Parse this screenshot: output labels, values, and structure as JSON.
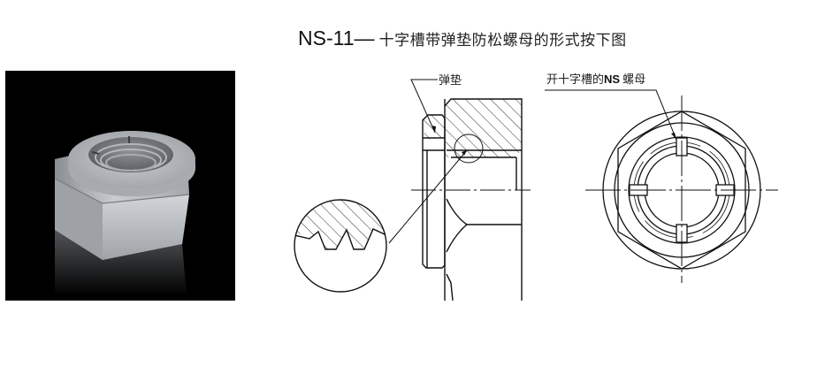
{
  "title": {
    "code": "NS-11",
    "dash": "—",
    "description": "十字槽带弹垫防松螺母的形式按下图"
  },
  "photo": {
    "subject": "slotted-lock-nut-with-spring-washer",
    "background_color": "#000000",
    "metal_color": "#b8bcc0"
  },
  "section_view": {
    "label": "弹垫",
    "detail_circle": "thread-detail-magnified"
  },
  "front_view": {
    "label_prefix": "开十字槽的",
    "label_ns": "NS",
    "label_suffix": "螺母"
  },
  "colors": {
    "line": "#111111",
    "hatch": "#333333",
    "background": "#ffffff"
  }
}
